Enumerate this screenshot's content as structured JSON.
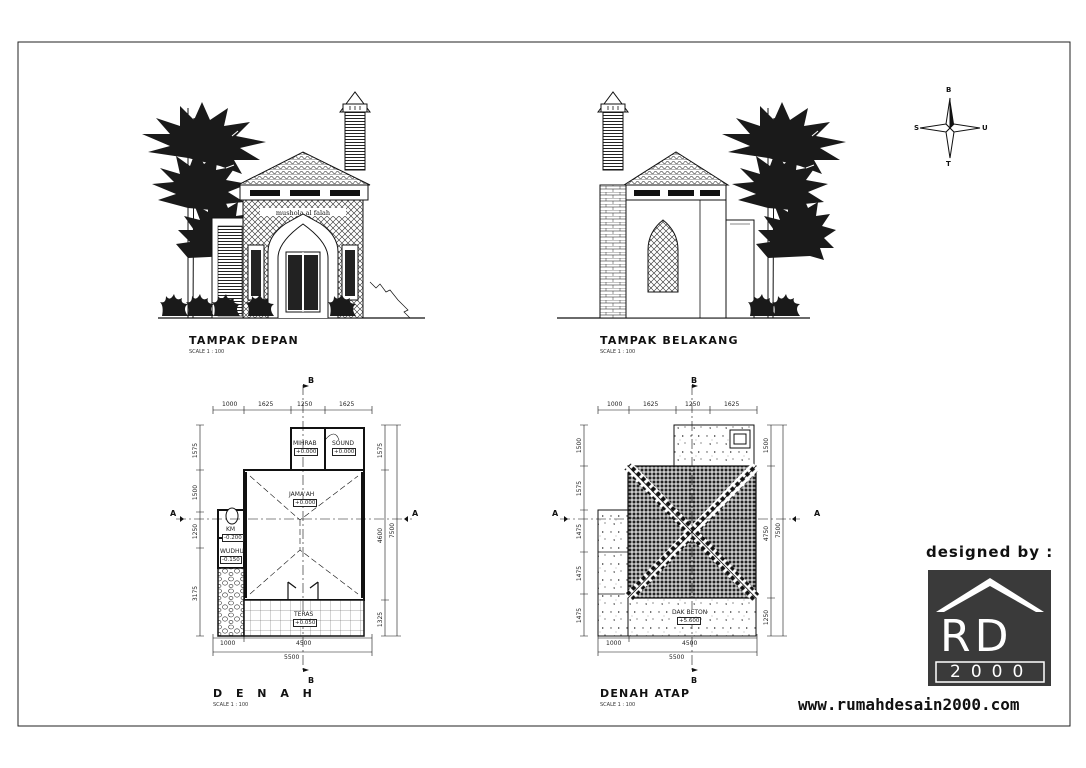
{
  "drawings": {
    "front": {
      "title": "TAMPAK DEPAN",
      "scale": "SCALE 1 : 100",
      "facade_text": "mushola al falah"
    },
    "back": {
      "title": "TAMPAK BELAKANG",
      "scale": "SCALE 1 : 100"
    },
    "plan": {
      "title": "D E N A H",
      "scale": "SCALE 1 : 100"
    },
    "roof": {
      "title": "DENAH ATAP",
      "scale": "SCALE 1 : 100"
    }
  },
  "plan_dims": {
    "top": [
      "1000",
      "1625",
      "1250",
      "1625"
    ],
    "bottom": [
      "1000",
      "4500"
    ],
    "total": "5500",
    "left": [
      "1575",
      "1500",
      "1250",
      "3175"
    ],
    "right": [
      "1575",
      "4600",
      "1325"
    ],
    "right_total": "7500"
  },
  "roof_dims": {
    "top": [
      "1000",
      "1625",
      "1250",
      "1625"
    ],
    "bottom": [
      "1000",
      "4500"
    ],
    "total": "5500",
    "left": [
      "1500",
      "1575",
      "1475",
      "1475",
      "1475"
    ],
    "right": [
      "1500",
      "4750",
      "1250"
    ],
    "right_total": "7500"
  },
  "rooms": [
    {
      "name": "MIHRAB",
      "elev": "+0.000"
    },
    {
      "name": "SOUND",
      "elev": "+0.000"
    },
    {
      "name": "JAMA'AH",
      "elev": "+0.000"
    },
    {
      "name": "KM",
      "elev": "-0.200"
    },
    {
      "name": "WUDHU",
      "elev": "-0.150"
    },
    {
      "name": "TERAS",
      "elev": "+0.050"
    }
  ],
  "roof_label": {
    "name": "DAK BETON",
    "elev": "+5.600"
  },
  "section_markers": {
    "b": "B",
    "a": "A"
  },
  "compass": {
    "n": "B",
    "s": "T",
    "w": "S",
    "e": "U"
  },
  "branding": {
    "designed_by": "designed by :",
    "logo_letters": "RD",
    "logo_year": "2000",
    "website": "www.rumahdesain2000.com"
  }
}
